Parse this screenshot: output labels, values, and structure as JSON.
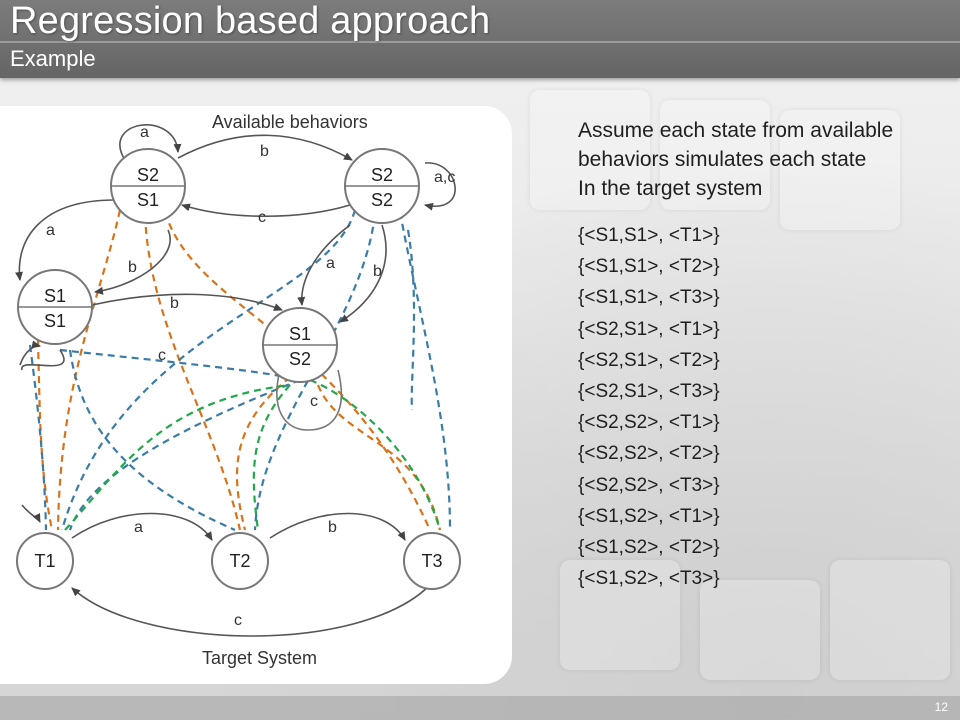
{
  "slide": {
    "title": "Regression based approach",
    "subtitle": "Example",
    "page_number": "12"
  },
  "diagram": {
    "top_caption": "Available behaviors",
    "bottom_caption": "Target System",
    "states": [
      {
        "top": "S2",
        "bottom": "S1"
      },
      {
        "top": "S2",
        "bottom": "S2"
      },
      {
        "top": "S1",
        "bottom": "S1"
      },
      {
        "top": "S1",
        "bottom": "S2"
      }
    ],
    "target_states": [
      "T1",
      "T2",
      "T3"
    ],
    "edge_labels": [
      "a",
      "b",
      "a,c",
      "c",
      "a",
      "b",
      "a",
      "b",
      "b",
      "c",
      "c",
      "a",
      "b",
      "c"
    ],
    "colors": {
      "orange": "#d9731a",
      "blue": "#3a7ca8",
      "green": "#21a84a",
      "edge": "#555555",
      "node": "#777777"
    }
  },
  "text": {
    "lines": [
      "Assume each state from available",
      "behaviors simulates each state",
      "In the target system"
    ],
    "pairs": [
      "{<S1,S1>, <T1>}",
      "{<S1,S1>, <T2>}",
      "{<S1,S1>, <T3>}",
      "{<S2,S1>, <T1>}",
      "{<S2,S1>, <T2>}",
      "{<S2,S1>, <T3>}",
      "{<S2,S2>, <T1>}",
      "{<S2,S2>, <T2>}",
      "{<S2,S2>, <T3>}",
      "{<S1,S2>, <T1>}",
      "{<S1,S2>, <T2>}",
      "{<S1,S2>, <T3>}"
    ]
  }
}
